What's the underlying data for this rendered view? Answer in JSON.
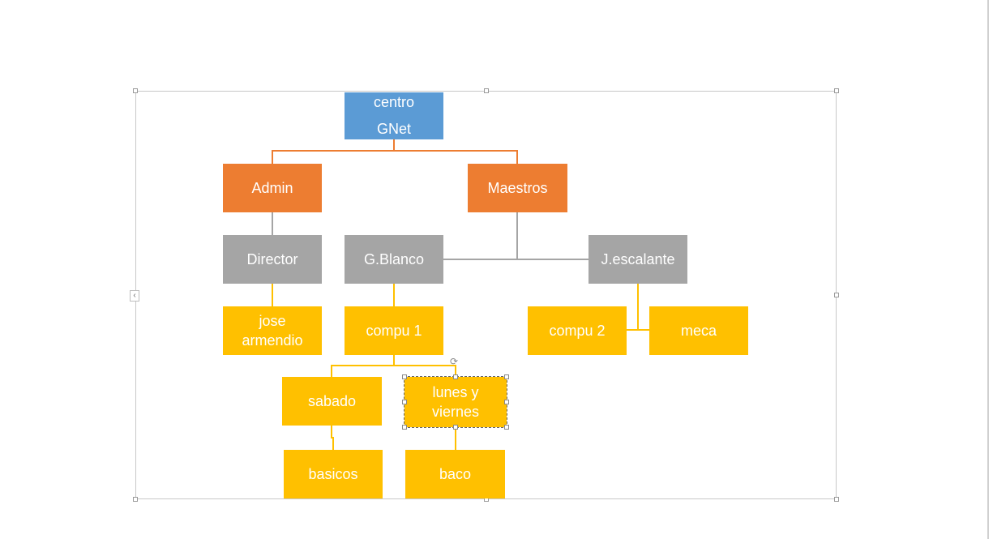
{
  "nodes": {
    "centro": {
      "text": "centro\nGNet"
    },
    "admin": {
      "text": "Admin"
    },
    "maestros": {
      "text": "Maestros"
    },
    "director": {
      "text": "Director"
    },
    "gblanco": {
      "text": "G.Blanco"
    },
    "jescalante": {
      "text": "J.escalante"
    },
    "jose": {
      "text": "jose\narmendio"
    },
    "compu1": {
      "text": "compu 1"
    },
    "compu2": {
      "text": "compu 2"
    },
    "meca": {
      "text": "meca"
    },
    "sabado": {
      "text": "sabado"
    },
    "lunes": {
      "text": "lunes y\nviernes"
    },
    "basicos": {
      "text": "basicos"
    },
    "baco": {
      "text": "baco"
    }
  },
  "colors": {
    "top": "#5b9bd5",
    "level1": "#ed7d31",
    "level2": "#a5a5a5",
    "level3": "#ffc000"
  },
  "icons": {
    "collapse": "chevron-left-icon",
    "rotate": "rotate-handle-icon"
  }
}
